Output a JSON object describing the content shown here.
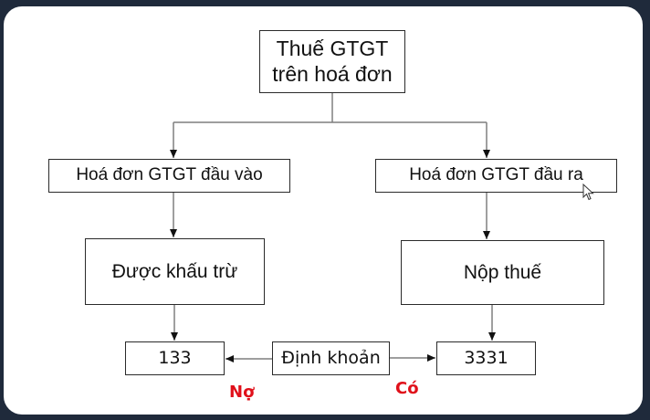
{
  "colors": {
    "frame": "#1f2a3b",
    "panel": "#ffffff",
    "box_border": "#2a2a2a",
    "connector": "#7f7f7f",
    "accent_red": "#e0101a"
  },
  "diagram": {
    "root": {
      "line1": "Thuế GTGT",
      "line2": "trên hoá đơn"
    },
    "left_branch": {
      "invoice": "Hoá đơn GTGT đầu vào",
      "result": "Được khấu trừ",
      "account": "133"
    },
    "right_branch": {
      "invoice": "Hoá đơn GTGT đầu ra",
      "result": "Nộp thuế",
      "account": "3331"
    },
    "center": {
      "entry": "Định khoản"
    },
    "labels": {
      "debit": "Nợ",
      "credit": "Có"
    }
  }
}
